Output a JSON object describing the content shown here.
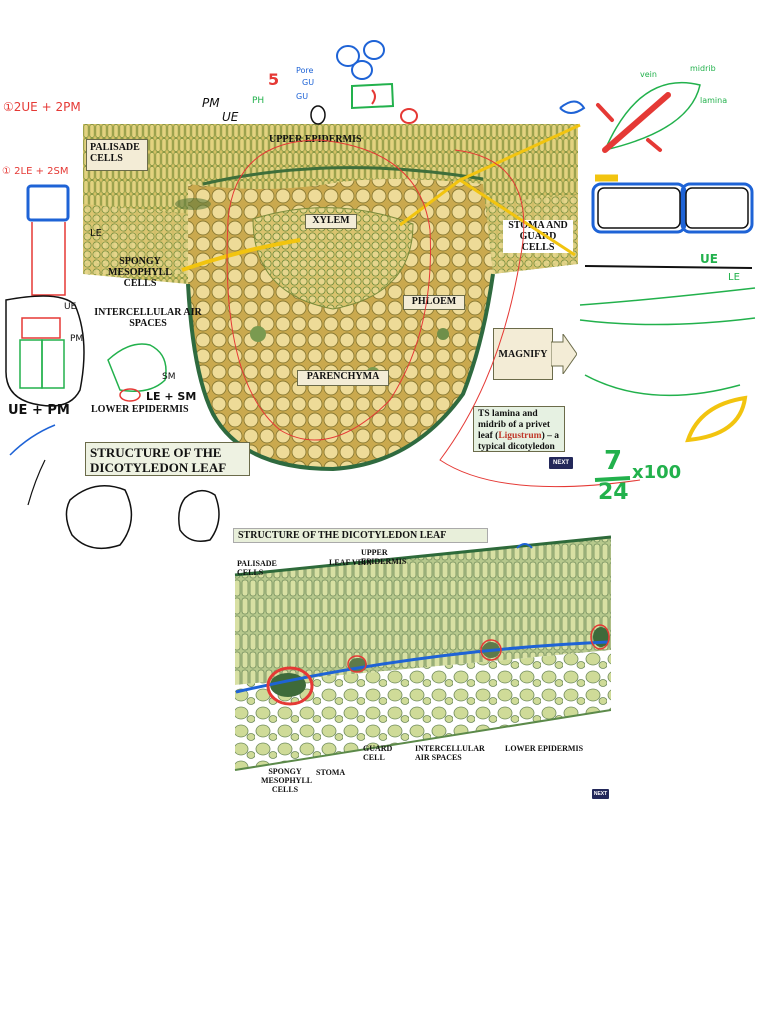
{
  "slide1": {
    "labels": {
      "palisade": "PALISADE CELLS",
      "upper_epidermis": "UPPER EPIDERMIS",
      "xylem": "XYLEM",
      "spongy": "SPONGY MESOPHYLL CELLS",
      "intercellular": "INTERCELLULAR AIR SPACES",
      "phloem": "PHLOEM",
      "parenchyma": "PARENCHYMA",
      "lower_epidermis": "LOWER EPIDERMIS",
      "stoma": "STOMA AND GUARD CELLS"
    },
    "magnify": "MAGNIFY",
    "title_line1": "STRUCTURE OF THE",
    "title_line2": "DICOTYLEDON LEAF",
    "caption_pre": "TS lamina and midrib of a privet leaf (",
    "caption_genus": "Ligustrum",
    "caption_post": ") – a typical dicotyledon",
    "next": "NEXT"
  },
  "slide2": {
    "title": "STRUCTURE OF THE DICOTYLEDON LEAF",
    "labels": {
      "palisade": "PALISADE CELLS",
      "upper_epidermis": "UPPER EPIDERMIS",
      "leaf_vein": "LEAF VEIN",
      "spongy": "SPONGY MESOPHYLL CELLS",
      "stoma": "STOMA",
      "guard_cell": "GUARD CELL",
      "intercellular": "INTERCELLULAR AIR SPACES",
      "lower_epidermis": "LOWER EPIDERMIS"
    },
    "next": "NEXT"
  },
  "annotations": {
    "left_red1": "①2UE + 2PM",
    "left_red2": "① 2LE + 2SM",
    "le": "LE",
    "ue_small": "UE",
    "pm_small": "PM",
    "ue_pm": "UE + PM",
    "sm": "SM",
    "le_sm": "LE + SM",
    "pm_top": "PM",
    "ue_top": "UE",
    "ph": "PH",
    "five": "5",
    "pore": "Pore",
    "gu": "GU",
    "gu2": "GU",
    "leaf_vein": "vein",
    "leaf_midrib": "midrib",
    "leaf_lamina": "lamina",
    "ue_right": "UE",
    "le_right": "LE",
    "fraction_num": "7",
    "fraction_den": "24",
    "times100": "x100",
    "colors": {
      "red": "#e53935",
      "blue": "#1e63d6",
      "green": "#22b14c",
      "yellow": "#f2c40f",
      "black": "#111111"
    }
  }
}
